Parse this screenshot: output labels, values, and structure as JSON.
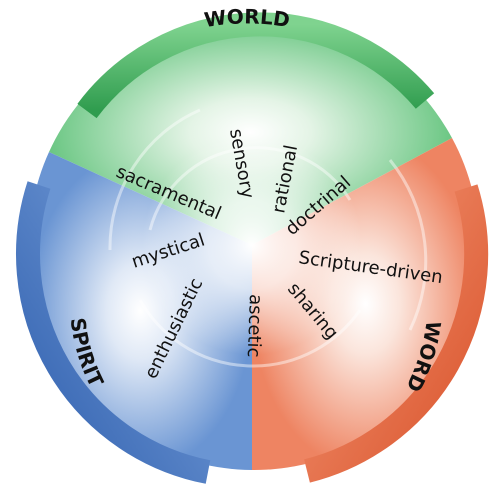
{
  "colors": {
    "world": "#3fae5f",
    "word": "#e8673f",
    "spirit": "#3f74c0"
  },
  "sectors": {
    "world": "WORLD",
    "word": "WORD",
    "spirit": "SPIRIT"
  },
  "spokes": [
    "sensory",
    "rational",
    "doctrinal",
    "Scripture-driven",
    "sharing",
    "ascetic",
    "enthusiastic",
    "mystical",
    "sacramental"
  ]
}
